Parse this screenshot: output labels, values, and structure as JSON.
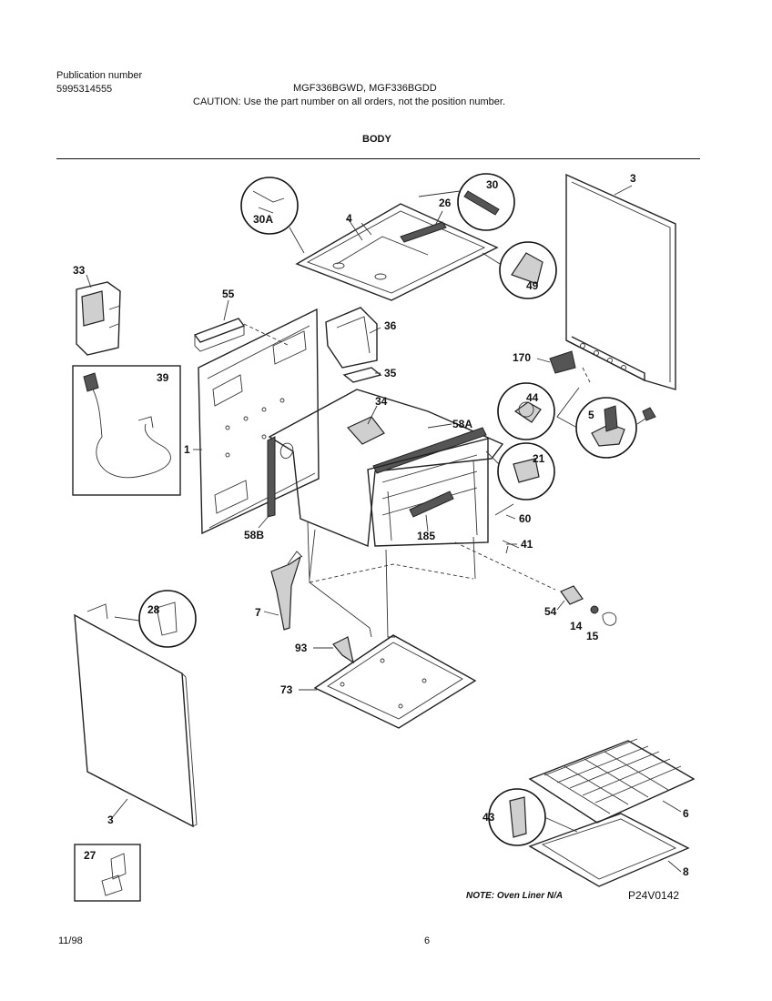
{
  "header": {
    "publication_label": "Publication number",
    "publication_number": "5995314555",
    "models": "MGF336BGWD, MGF336BGDD",
    "caution": "CAUTION:  Use the part number on all orders, not the position number.",
    "section_title": "BODY"
  },
  "callouts": {
    "c3_top": "3",
    "c4": "4",
    "c26": "26",
    "c30": "30",
    "c30A": "30A",
    "c49": "49",
    "c33": "33",
    "c55": "55",
    "c36": "36",
    "c35": "35",
    "c39": "39",
    "c1": "1",
    "c34": "34",
    "c58A": "58A",
    "c44": "44",
    "c170": "170",
    "c5": "5",
    "c21": "21",
    "c58B": "58B",
    "c185": "185",
    "c60": "60",
    "c41": "41",
    "c7": "7",
    "c28": "28",
    "c54": "54",
    "c14": "14",
    "c15": "15",
    "c93": "93",
    "c73": "73",
    "c3_bottom": "3",
    "c43": "43",
    "c6": "6",
    "c8": "8",
    "c27": "27"
  },
  "footer": {
    "note": "NOTE: Oven Liner N/A",
    "drawing_code": "P24V0142",
    "date": "11/98",
    "page": "6"
  }
}
